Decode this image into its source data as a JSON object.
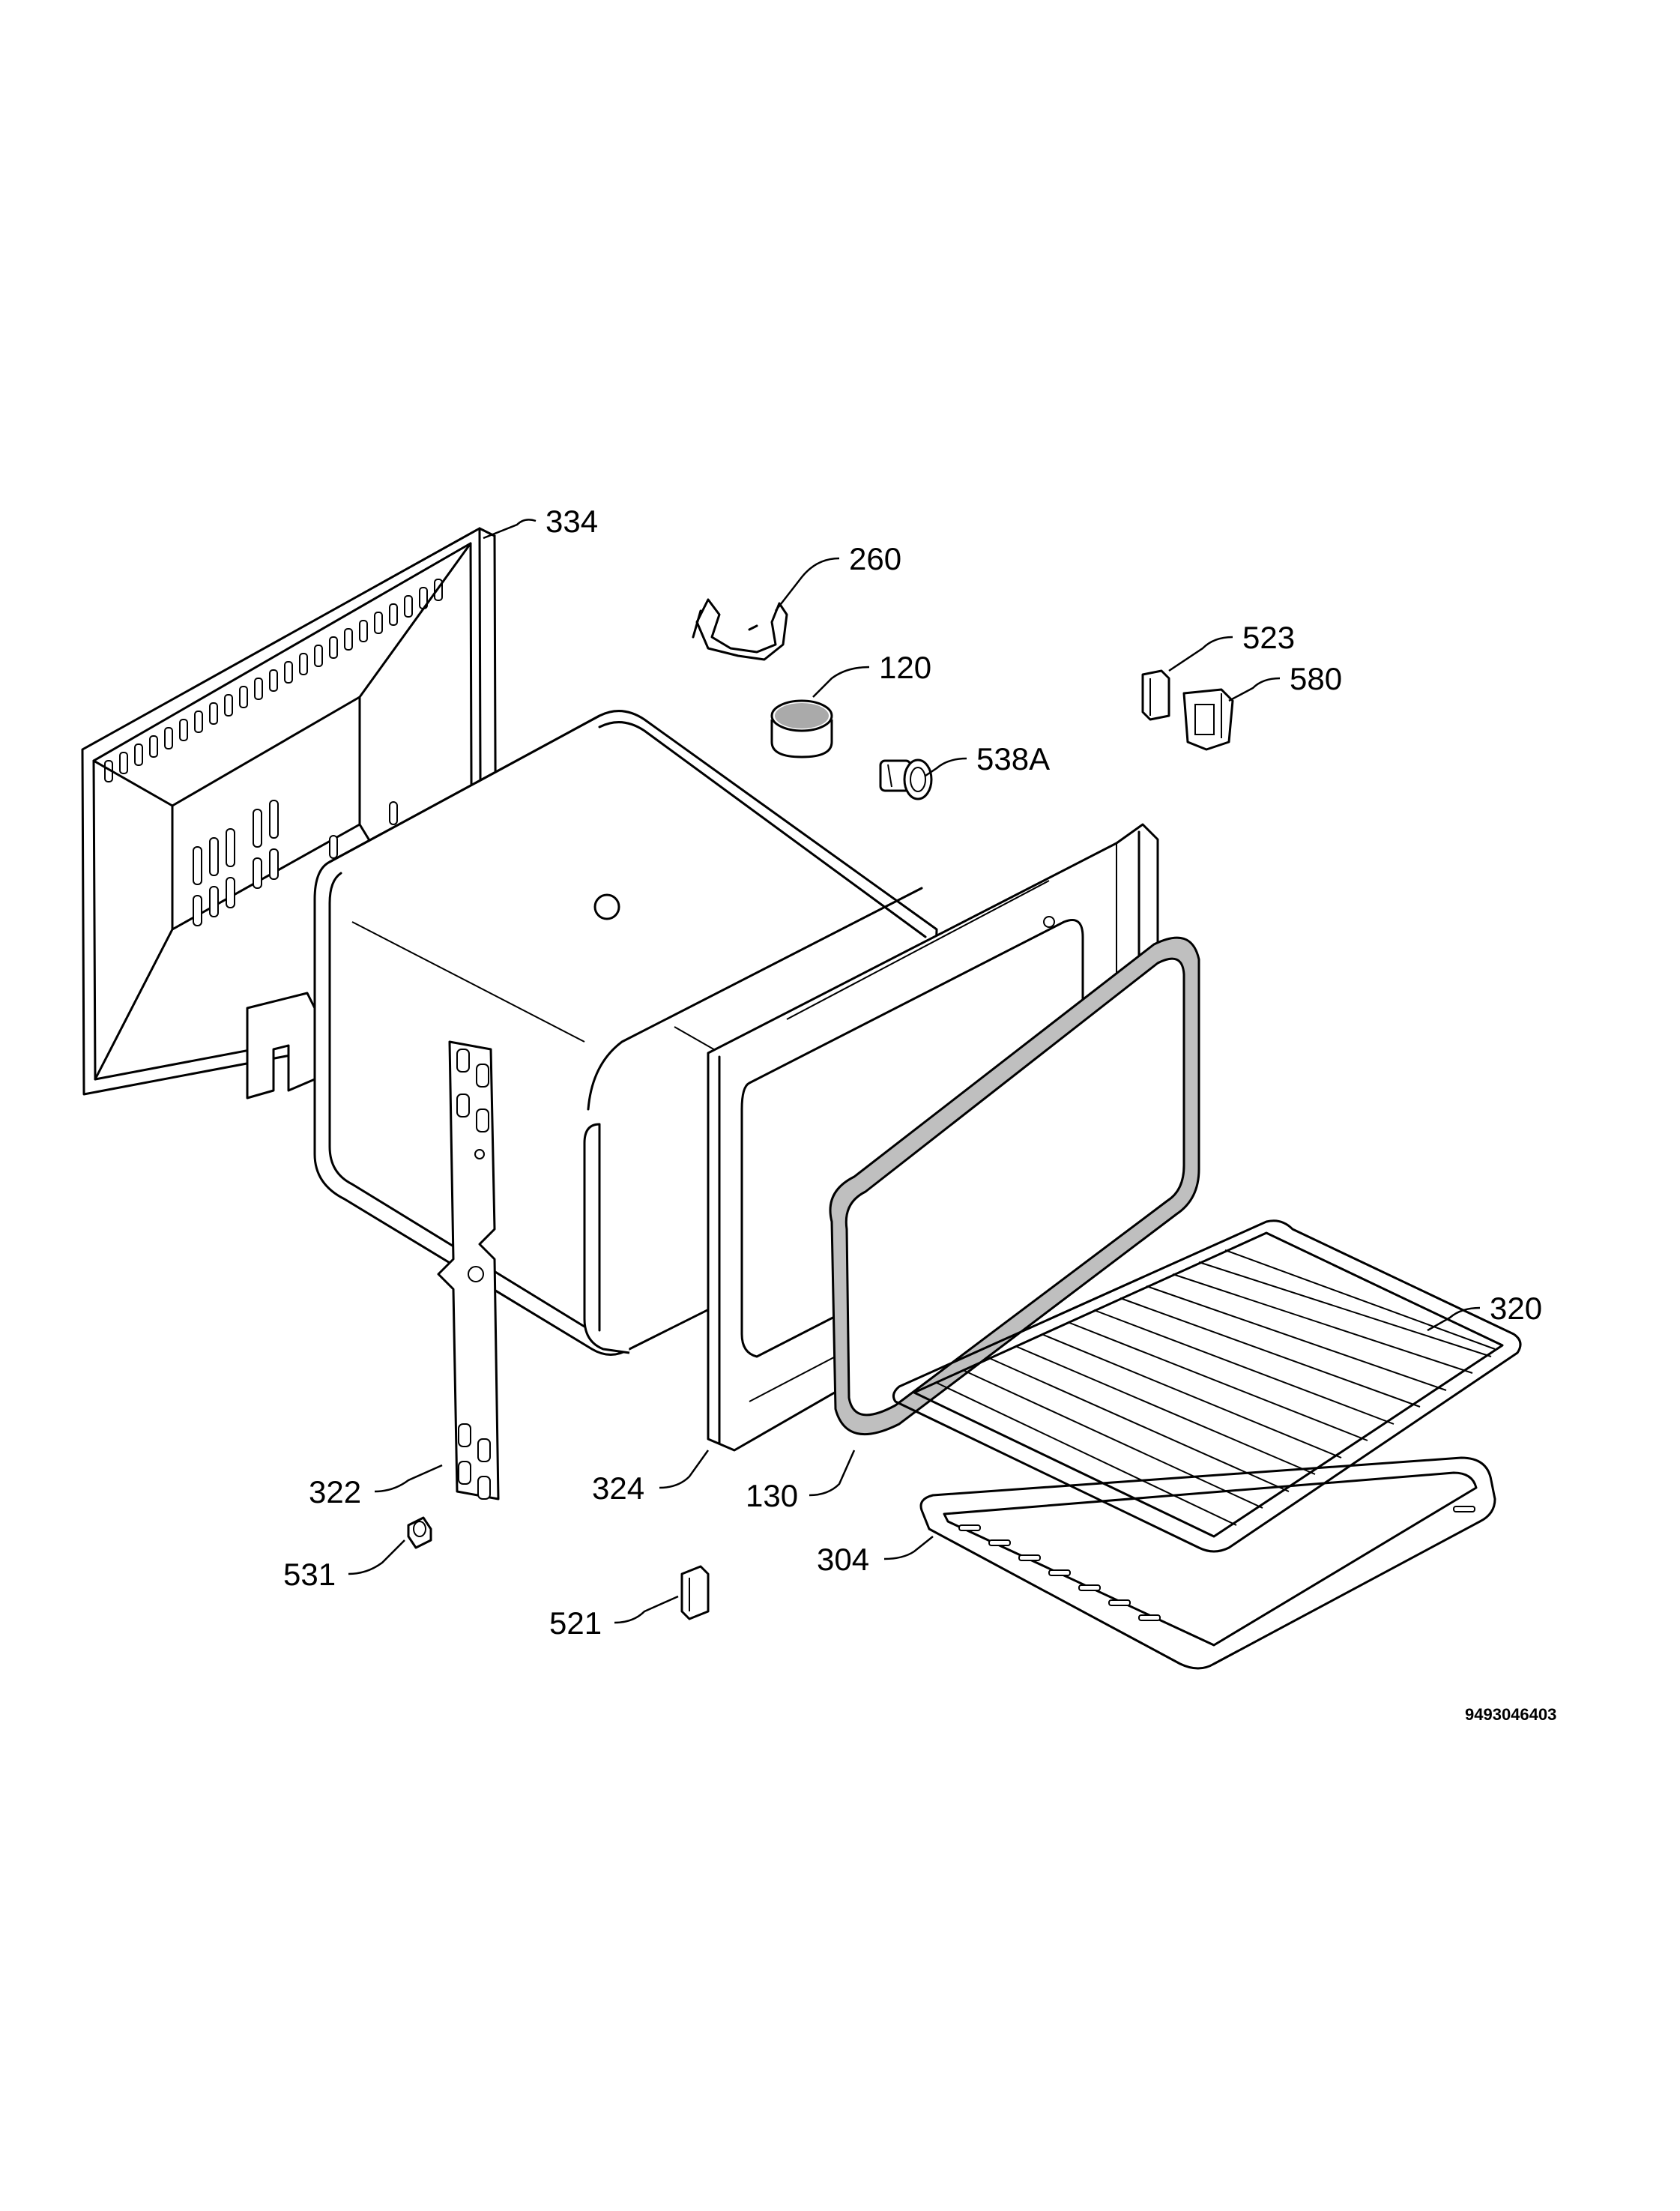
{
  "labels": {
    "p334": "334",
    "p260": "260",
    "p120": "120",
    "p523": "523",
    "p580": "580",
    "p538A": "538A",
    "p320": "320",
    "p324": "324",
    "p130": "130",
    "p322": "322",
    "p531": "531",
    "p304": "304",
    "p521": "521"
  },
  "diagram_code": "9493046403"
}
